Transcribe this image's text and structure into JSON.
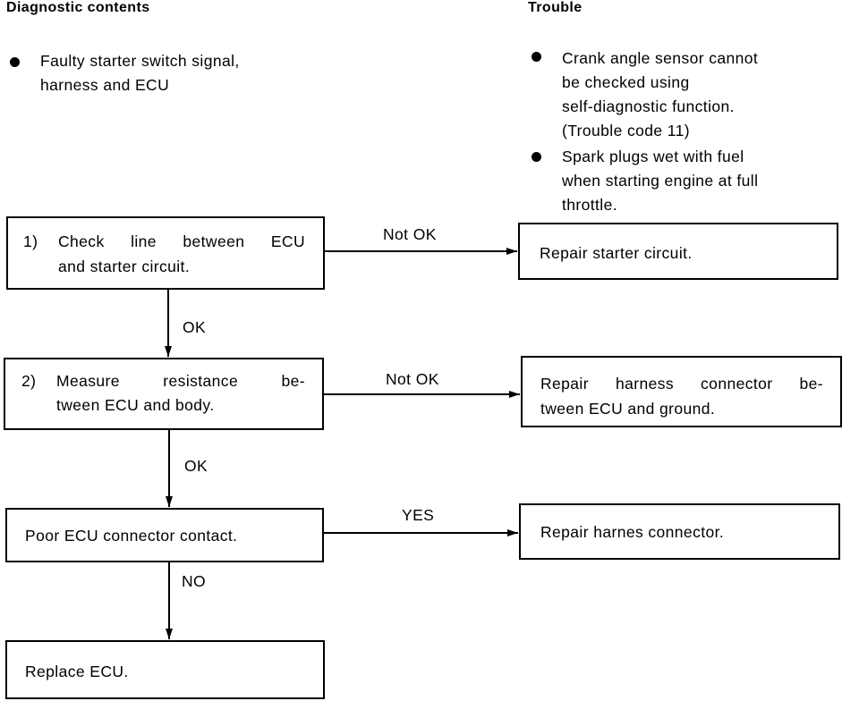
{
  "headers": {
    "diagnostic": "Diagnostic contents",
    "trouble": "Trouble"
  },
  "diagnostic_items": [
    [
      "Faulty starter switch signal,",
      "harness and ECU"
    ]
  ],
  "trouble_items": [
    [
      "Crank angle sensor cannot",
      "be checked using",
      "self-diagnostic function.",
      "(Trouble code 11)"
    ],
    [
      "Spark plugs wet with fuel",
      "when starting engine at full",
      "throttle."
    ]
  ],
  "nodes": {
    "step1": {
      "num": "1)",
      "line1": "Check line between ECU",
      "line2": "and starter circuit."
    },
    "step2": {
      "num": "2)",
      "line1": "Measure resistance be-",
      "line2": "tween ECU and body."
    },
    "step3": {
      "text": "Poor ECU connector contact."
    },
    "step4": {
      "text": "Replace ECU."
    },
    "repair1": {
      "text": "Repair starter circuit."
    },
    "repair2": {
      "line1": "Repair harness connector be-",
      "line2": "tween ECU and ground."
    },
    "repair3": {
      "text": "Repair harnes connector."
    }
  },
  "edges": {
    "step1_to_repair1": "Not OK",
    "step1_to_step2": "OK",
    "step2_to_repair2": "Not OK",
    "step2_to_step3": "OK",
    "step3_to_repair3": "YES",
    "step3_to_step4": "NO"
  }
}
